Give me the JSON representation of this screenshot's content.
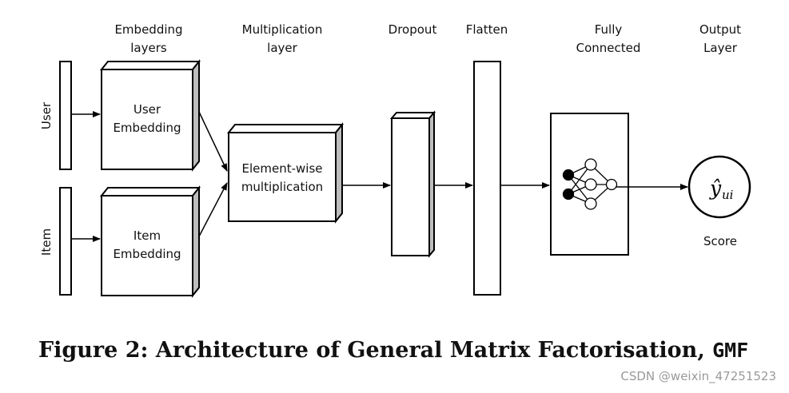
{
  "headers": {
    "embedding": [
      "Embedding",
      "layers"
    ],
    "multiplication": [
      "Multiplication",
      "layer"
    ],
    "dropout": "Dropout",
    "flatten": "Flatten",
    "fully_connected": [
      "Fully",
      "Connected"
    ],
    "output": [
      "Output",
      "Layer"
    ]
  },
  "inputs": {
    "user": "User",
    "item": "Item"
  },
  "blocks": {
    "user_embedding": [
      "User",
      "Embedding"
    ],
    "item_embedding": [
      "Item",
      "Embedding"
    ],
    "elementwise": [
      "Element-wise",
      "multiplication"
    ]
  },
  "output": {
    "symbol": "ŷ",
    "subscript": "ui",
    "label": "Score"
  },
  "caption": {
    "text": "Figure 2: Architecture of General Matrix Factorisation, ",
    "code": "GMF"
  },
  "watermark": "CSDN @weixin_47251523"
}
